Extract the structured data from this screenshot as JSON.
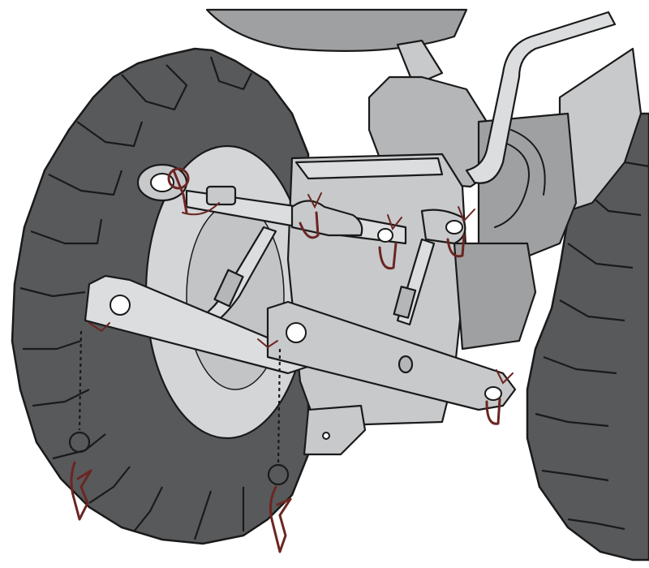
{
  "illustration": {
    "palette": {
      "tire": "#58595b",
      "metal": "#c8c9cb",
      "metal_dark": "#9fa0a2",
      "outline": "#1a1a1a",
      "lynch_pin": "#6b2622",
      "background": "#ffffff"
    },
    "parts": [
      "left-rear-tire",
      "right-rear-tire",
      "wheel-hub",
      "seat",
      "lift-lever",
      "top-link",
      "lift-arms",
      "lower-links",
      "lynch-pins",
      "safety-chains",
      "drawbar-bracket"
    ]
  }
}
